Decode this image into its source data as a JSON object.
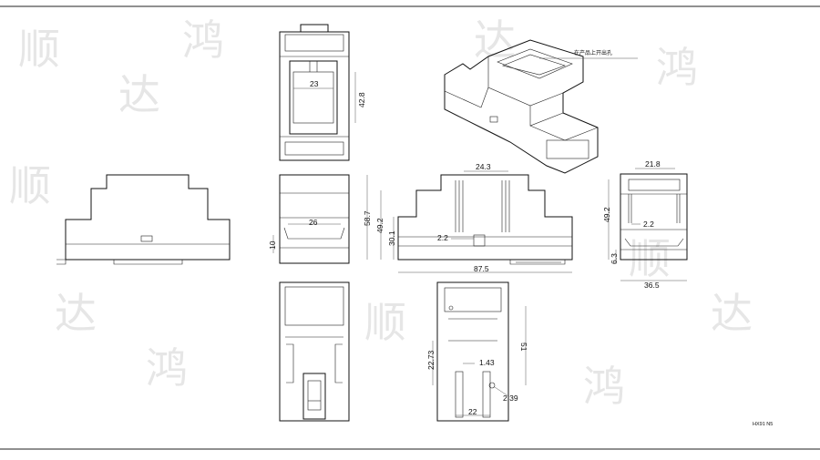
{
  "drawing": {
    "watermark_chars": [
      "顺",
      "达",
      "鸿",
      "顺",
      "达",
      "鸿",
      "顺",
      "达",
      "鸿",
      "顺",
      "达",
      "鸿"
    ],
    "callout_note": "在产品上开出孔",
    "footer_code": "HX91 N5"
  },
  "dimensions": {
    "top_inner_width": "23",
    "top_inner_height": "42.8",
    "side_small_width": "26",
    "side_small_height": "10",
    "front_top_width": "24.3",
    "front_height_total": "58.7",
    "front_height_mid": "49.2",
    "front_height_low": "30.1",
    "front_slot": "2.2",
    "front_length": "87.5",
    "end_top_width": "21.8",
    "end_height": "49.2",
    "end_slot": "2.2",
    "end_foot": "6.3",
    "end_width": "36.5",
    "bottom_height": "51",
    "bottom_left_height": "22.73",
    "bottom_gap": "1.43",
    "bottom_hole": "2.39",
    "bottom_width": "22"
  }
}
